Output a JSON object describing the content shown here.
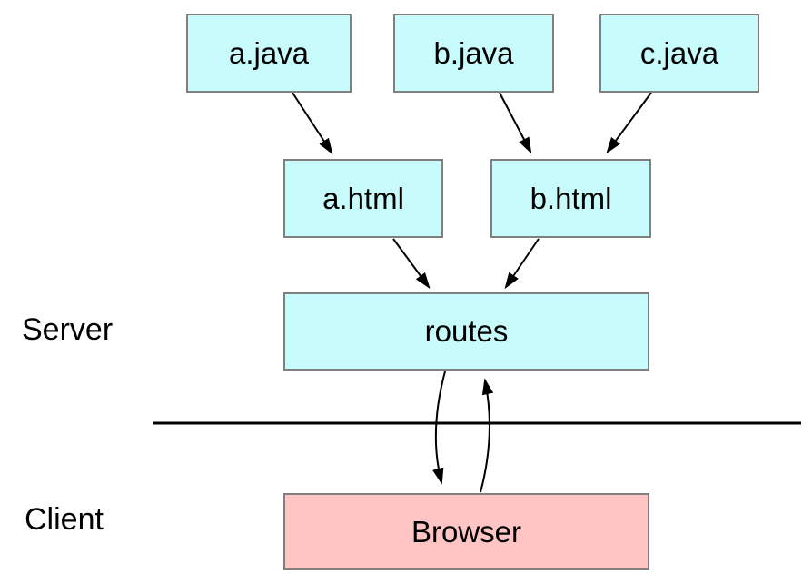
{
  "regions": {
    "server_label": "Server",
    "client_label": "Client"
  },
  "nodes": {
    "a_java": {
      "label": "a.java"
    },
    "b_java": {
      "label": "b.java"
    },
    "c_java": {
      "label": "c.java"
    },
    "a_html": {
      "label": "a.html"
    },
    "b_html": {
      "label": "b.html"
    },
    "routes": {
      "label": "routes"
    },
    "browser": {
      "label": "Browser"
    }
  },
  "edges": [
    {
      "from": "a.java",
      "to": "a.html",
      "style": "straight-arrow"
    },
    {
      "from": "b.java",
      "to": "b.html",
      "style": "straight-arrow"
    },
    {
      "from": "c.java",
      "to": "b.html",
      "style": "straight-arrow"
    },
    {
      "from": "a.html",
      "to": "routes",
      "style": "straight-arrow"
    },
    {
      "from": "b.html",
      "to": "routes",
      "style": "straight-arrow"
    },
    {
      "from": "routes",
      "to": "Browser",
      "style": "curved-arrow"
    },
    {
      "from": "Browser",
      "to": "routes",
      "style": "curved-arrow"
    }
  ],
  "colors": {
    "node_fill_cyan": "#C8FBFB",
    "node_fill_pink": "#FFC4C4",
    "node_border": "#808080",
    "line": "#000000",
    "background": "#FFFFFF"
  }
}
